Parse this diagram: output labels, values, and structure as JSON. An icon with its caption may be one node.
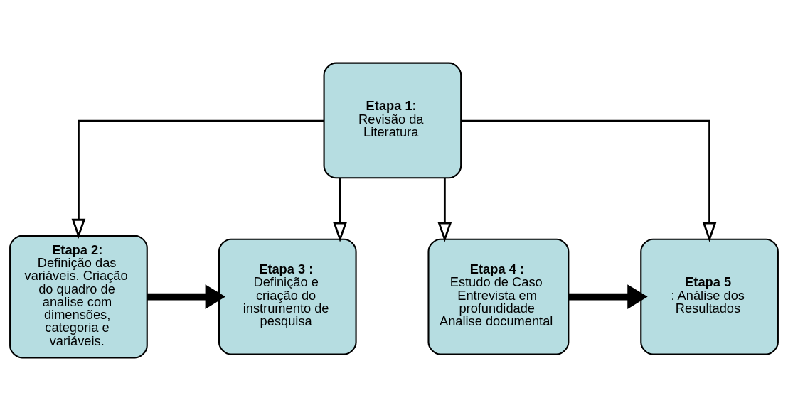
{
  "diagram": {
    "nodes": [
      {
        "text": [
          "Etapa 1:",
          "Revisão da Literatura"
        ]
      },
      {
        "text": [
          "Etapa 2:",
          "Definição das variáveis. Criação do quadro de analise com dimensões, categoria e variáveis."
        ]
      },
      {
        "text": [
          "Etapa 3 :",
          "Definição e criação do instrumento de pesquisa"
        ]
      },
      {
        "text": [
          "Etapa 4 :",
          "Estudo de Caso Entrevista em profundidade Analise documental"
        ]
      },
      {
        "text": [
          "Etapa 5",
          ": Análise dos Resultados"
        ]
      }
    ],
    "edges": [
      {
        "from": 0,
        "to": 1,
        "arrow": "to"
      },
      {
        "from": 0,
        "to": 2,
        "arrow": "to"
      },
      {
        "from": 0,
        "to": 3,
        "arrow": "to"
      },
      {
        "from": 0,
        "to": 4,
        "arrow": "to"
      },
      {
        "from": 1,
        "to": 2,
        "arrow": "to",
        "style": "thick"
      },
      {
        "from": 3,
        "to": 4,
        "arrow": "to",
        "style": "thick"
      }
    ]
  }
}
